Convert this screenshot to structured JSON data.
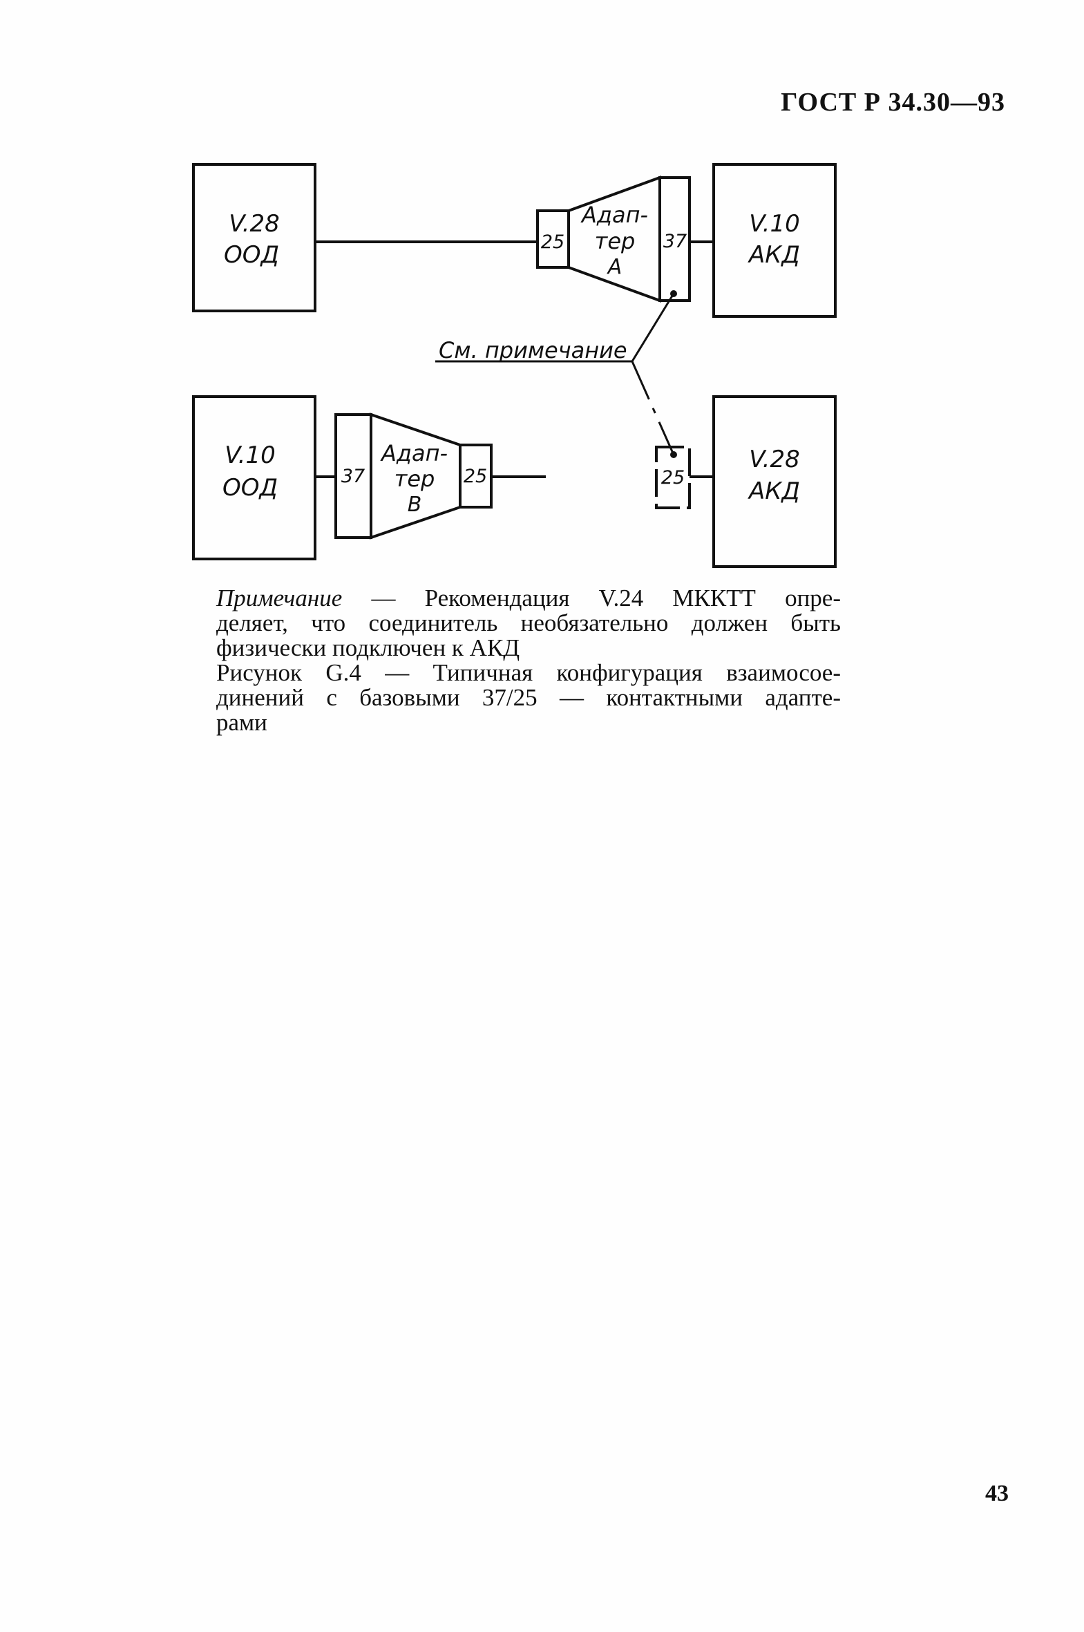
{
  "header": {
    "standard_code": "ГОСТ Р 34.30—93"
  },
  "figure": {
    "top_left_device": {
      "line1": "V.28",
      "line2": "ООД"
    },
    "top_right_device": {
      "line1": "V.10",
      "line2": "АКД"
    },
    "adapter_a": {
      "line1": "Адап-",
      "line2": "тер",
      "line3": "А",
      "left_connector": "25",
      "right_connector": "37"
    },
    "note_pointer": "См. примечание",
    "bottom_left_device": {
      "line1": "V.10",
      "line2": "ООД"
    },
    "adapter_b": {
      "line1": "Адап-",
      "line2": "тер",
      "line3": "В",
      "left_connector": "37",
      "right_connector": "25"
    },
    "bottom_right_device": {
      "line1": "V.28",
      "line2": "АКД"
    },
    "bottom_right_connector": "25"
  },
  "caption": {
    "note_label": "Примечание",
    "note_text_1": " — Рекомендация V.24 МККТТ опре-",
    "note_text_2": "деляет, что соединитель необязательно должен быть",
    "note_text_3": "физически подключен к АКД",
    "figure_title_1": "Рисунок G.4 — Типичная конфигурация взаимосое-",
    "figure_title_2": "динений с базовыми 37/25 — контактными адапте-",
    "figure_title_3": "рами"
  },
  "page_number": "43"
}
